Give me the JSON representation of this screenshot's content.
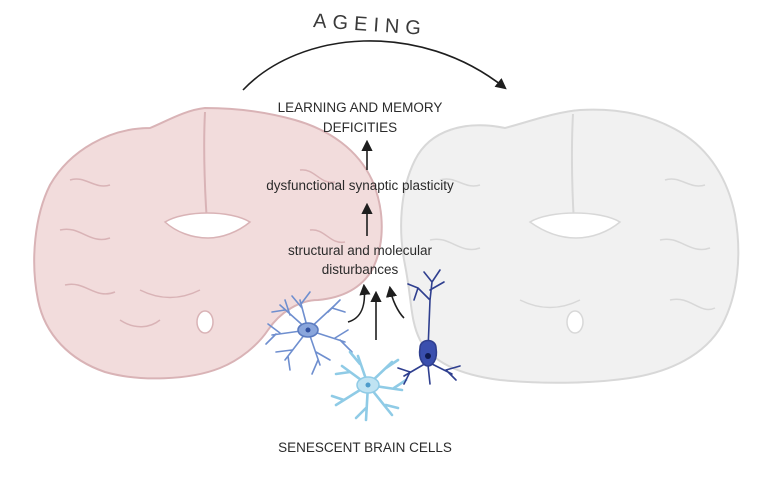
{
  "labels": {
    "ageing": "AGEING",
    "deficits_line1": "LEARNING AND MEMORY",
    "deficits_line2": "DEFICITIES",
    "plasticity": "dysfunctional synaptic plasticity",
    "disturbances_line1": "structural and molecular",
    "disturbances_line2": "disturbances",
    "senescent": "SENESCENT BRAIN CELLS"
  },
  "colors": {
    "young_brain_fill": "#f2dcdc",
    "young_brain_stroke": "#d9b3b6",
    "aged_brain_fill": "#f1f1f1",
    "aged_brain_stroke": "#d8d8d8",
    "microglia": "#6f8fcf",
    "astrocyte": "#8fcbe6",
    "neuron": "#2f3f8f",
    "arrow": "#1e1e1e"
  }
}
